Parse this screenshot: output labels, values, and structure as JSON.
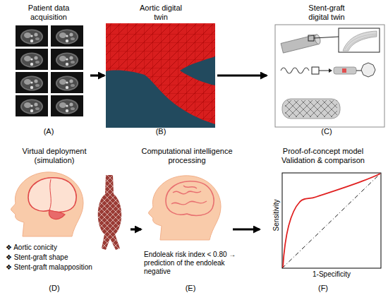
{
  "diagram": {
    "nodes": [
      {
        "text": [
          "Patient data acquisition",
          "(A)"
        ]
      },
      {
        "text": [
          "Aortic digital twin",
          "(B)"
        ]
      },
      {
        "text": [
          "Stent-graft digital twin",
          "(C)"
        ]
      },
      {
        "text": [
          "Virtual deployment (simulation)",
          "❖ Aortic conicity",
          "❖ Stent-graft shape",
          "❖ Stent-graft malapposition",
          "(D)"
        ]
      },
      {
        "text": [
          "Computational intelligence processing",
          "Endoleak risk index < 0.80 → prediction of the endoleak negative",
          "(E)"
        ]
      },
      {
        "text": [
          "Proof-of-concept model Validation & comparison",
          "Sensitivity",
          "1-Specificity",
          "(F)"
        ]
      }
    ],
    "edges": [
      {
        "from": 0,
        "to": 1,
        "arrow": "to"
      },
      {
        "from": 1,
        "to": 2,
        "arrow": "to"
      },
      {
        "from": 3,
        "to": 4,
        "arrow": "to"
      },
      {
        "from": 4,
        "to": 5,
        "arrow": "to"
      }
    ]
  }
}
